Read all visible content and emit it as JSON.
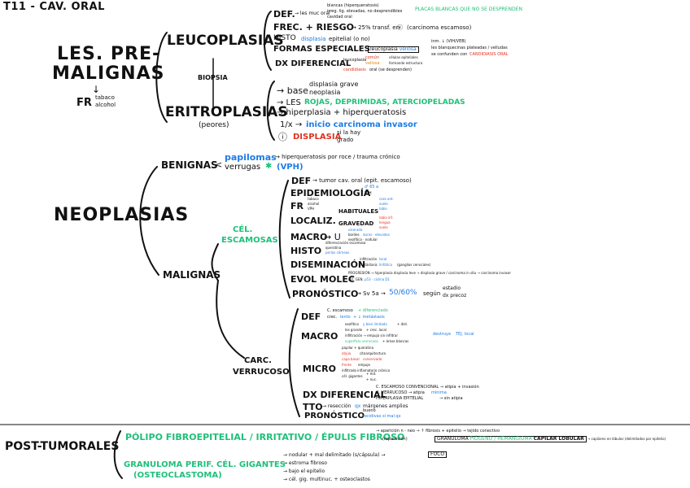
{
  "title": "T11 - CAV. ORAL",
  "premalignas": {
    "heading_line1": "LES. PRE-",
    "heading_line2": "MALIGNAS",
    "fr_label": "FR",
    "fr_item1": "tabaco",
    "fr_item2": "alcohol",
    "biopsia": "BIOPSIA",
    "leucoplasias": {
      "title": "LEUCOPLASIAS",
      "def_label": "DEF.",
      "def_text": "→ les muc oral",
      "def_bracket1": "blancas (hiperqueratosis)",
      "def_bracket2": "irreg. lig. elevadas, no desprendibles",
      "def_bracket3": "cavidad oral",
      "def_green": "PLACAS BLANCAS QUE NO SE DESPRENDEN",
      "frec_label": "FREC. + RIESGO",
      "frec_text": "→ 25% transf. en",
      "frec_tail": "(carcinoma escamoso)",
      "histo_label": "HISTO",
      "histo_blue": "displasia",
      "histo_text": "epitelial (o no)",
      "formas_label": "FORMAS ESPECIALES",
      "formas_box1": "leucoplasia",
      "formas_box2": "vellosa",
      "formas_right1": "inm. ↓ (VIH/VEB)",
      "formas_right2": "les blanquecinas plateadas / velludas",
      "formas_right3": "se confunden con",
      "formas_right3b": "CANDIDIASIS ORAL",
      "dx_label": "DX DIFERENCIAL",
      "dx_leuco": "leucoplasia",
      "dx_comun": "común",
      "dx_vellosa": "vellosa",
      "dx_right1": "células epiteliales",
      "dx_right2": "formando estructura",
      "dx_candid": "candidiasis",
      "dx_candid_tail": "oral (se desprenden)"
    },
    "eritroplasias": {
      "title": "ERITROPLASIAS",
      "subtitle": "(peores)",
      "base_text": "→ base",
      "base_r1": "displasia grave",
      "base_r2": "neoplasia",
      "les_text": "→ LES",
      "les_green": "ROJAS, DEPRIMIDAS, ATERCIOPELADAS",
      "hiper_text": "→ hiperplasia + hiperqueratosis",
      "ratio_text": "1/x →",
      "ratio_blue": "inicio carcinoma invasor",
      "displasia_red": "DISPLASIA",
      "displasia_r1": "si la hay",
      "displasia_r2": "grado"
    }
  },
  "neoplasias": {
    "heading": "NEOPLASIAS",
    "benignas": {
      "label": "BENIGNAS",
      "papilomas": "papilomas",
      "papilomas_tail": "→ hiperqueratosis por roce / trauma crónico",
      "verrugas": "verrugas",
      "vph": "(VPH)"
    },
    "malignas": {
      "label": "MALIGNAS",
      "escamosas_line1": "CÉL.",
      "escamosas_line2": "ESCAMOSAS",
      "def": "DEF",
      "def_text": "→ tumor cav. oral (epit. escamoso)",
      "epid": "EPIDEMIOLOGÍA",
      "epid_r1": "♂ 65 a",
      "epid_r2": "VIH",
      "fr": "FR",
      "fr_r1": "tabaco",
      "fr_r2": "alcohol",
      "fr_r3": "VPH",
      "locali": "LOCALIZ.",
      "habituales": "HABITUALES",
      "hab_r1": "cara ant.",
      "hab_r2": "suelo",
      "hab_r3": "labio",
      "gravedad": "GRAVEDAD",
      "grav_r1": "labio inf.",
      "grav_r2": "lengua",
      "grav_r3": "suelo",
      "macro": "MACRO",
      "macro_text": "→ U",
      "macro_r1": "ulcerada",
      "macro_r2": "bordes",
      "macro_r2b": "duros · elevados",
      "macro_r3": "exofítico · nodular",
      "histo": "HISTO",
      "histo_r1": "diferenciación escamosa",
      "histo_r2": "queratina",
      "histo_r3": "perlas córneas",
      "diseminacion": "DISEMINACIÓN",
      "dis_r1": "infiltración",
      "dis_r1b": "local",
      "dis_r2": "metástasis",
      "dis_r2b": "linfática",
      "dis_r3": "(ganglios cervicales)",
      "evol": "EVOL MOLEC",
      "evol_r1": "PROGRESIÓN → hiperplasia displasia leve → displasia grave / carcinoma in situ → carcinoma invasor",
      "evol_r2": "ALT. GEN.",
      "evol_r2b": "p53 · ciclina D1",
      "pronostico": "PRONÓSTICO",
      "pron_text": "→ Sv 5a →",
      "pron_blue": "50/60%",
      "pron_tail": "según",
      "pron_r1": "estadio",
      "pron_r2": "dx precoz"
    },
    "verrucoso": {
      "label_line1": "CARC.",
      "label_line2": "VERRUCOSO",
      "def": "DEF",
      "def_r1": "C. escamoso",
      "def_r1b": "+ diferenciado",
      "def_r2": "crec.",
      "def_r2b": "lento",
      "def_r2c": "+ ↓ metástasis",
      "macro": "MACRO",
      "macro_r1": "exofítico",
      "macro_r1b": "y bien limitado",
      "macro_r1c": "+ dist.",
      "macro_r2": "les grande",
      "macro_r2b": "+ crec. local",
      "macro_r3": "infiltración → empuja sin infiltrar",
      "macro_r3b": "destruye",
      "macro_r3c": "TEJ. local",
      "macro_r4": "superficie verrucosa",
      "macro_r4b": "+ áreas blancas",
      "micro": "MICRO",
      "micro_r1": "papilar + queratina",
      "micro_r2": "atipia",
      "micro_r2b": "citoarquitectura",
      "micro_r3": "capa basal",
      "micro_r3b": "conservada",
      "micro_r4": "frente",
      "micro_r4b": "empuje",
      "micro_r5": "infiltrado inflamatorio crónico",
      "micro_r6": "cél. gigantes",
      "micro_r7": "+ mit.",
      "micro_r8": "+ nuc.",
      "dx": "DX DIFERENCIAL",
      "dx_r1": "C. ESCAMOSO CONVENCIONAL → atipia + invasión",
      "dx_r2": "C. VERRUCOSO → atipia",
      "dx_r2b": "mínima",
      "dx_r3": "HIPERPLASIA EPITELIAL",
      "dx_r3b": "→ sin atipia",
      "tto": "TTO",
      "tto_text": "→ resección",
      "tto_blue": "qx",
      "tto_tail": "márgenes amplios",
      "pron": "PRONÓSTICO",
      "pron_r1": "bueno",
      "pron_r2": "recidivas si mal qx"
    }
  },
  "post": {
    "heading": "POST-TUMORALES",
    "polipo": "PÓLIPO FIBROEPITELIAL / IRRITATIVO / ÉPULIS FIBROSO",
    "polipo_r1": "→ aparición n - neo → ↑ fibrosis + epitelio → tejido conectivo",
    "polipo_r2": "(reparación)",
    "granuloma_box": "GRANULOMA",
    "granuloma_green": "PIÓGENO / HEMANGIOMA",
    "granuloma_capilar": "CAPILAR LOBULAR",
    "granuloma_tail": "→ capilares en lóbulos (delimitados por epitelio)",
    "gig_line1": "GRANULOMA PERIF. CÉL. GIGANTES",
    "gig_line2": "(OSTEOCLASTOMA)",
    "gig_r1": "→ nodular + mal delimitado (s/cápsula) →",
    "gig_r1_box": "FOCO",
    "gig_r2": "→ estroma fibroso",
    "gig_r3": "→ bajo el epitelio",
    "gig_r4": "→ cél. gig. multinuc. + osteoclastos"
  }
}
